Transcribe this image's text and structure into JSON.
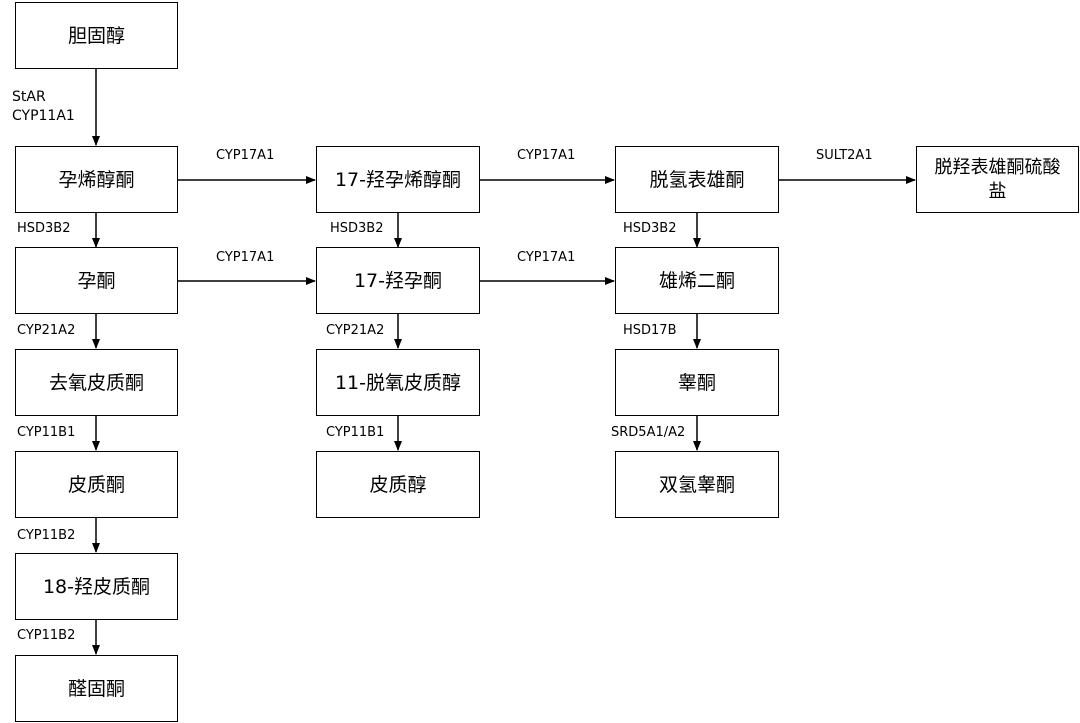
{
  "nodes": {
    "cholesterol": "胆固醇",
    "pregnenolone": "孕烯醇酮",
    "progesterone": "孕酮",
    "deoxycorticosterone": "去氧皮质酮",
    "corticosterone": "皮质酮",
    "hydroxycorticosterone18": "18-羟皮质酮",
    "aldosterone": "醛固酮",
    "hydroxypregnenolone17": "17-羟孕烯醇酮",
    "hydroxyprogesterone17": "17-羟孕酮",
    "deoxycortisol11": "11-脱氧皮质醇",
    "cortisol": "皮质醇",
    "dhea": "脱氢表雄酮",
    "androstenedione": "雄烯二酮",
    "testosterone": "睾酮",
    "dht": "双氢睾酮",
    "dheas": "脱羟表雄酮硫酸盐"
  },
  "enzymes": {
    "chol_preg": "StAR\nCYP11A1",
    "preg_prog": "HSD3B2",
    "prog_doc": "CYP21A2",
    "doc_cort": "CYP11B1",
    "cort_18oh": "CYP11B2",
    "oh18_aldo": "CYP11B2",
    "preg_17ohpreg": "CYP17A1",
    "prog_17ohprog": "CYP17A1",
    "ohpreg_ohprog": "HSD3B2",
    "ohprog_11deoxy": "CYP21A2",
    "deoxy_cortisol": "CYP11B1",
    "ohpreg_dhea": "CYP17A1",
    "ohprog_andro": "CYP17A1",
    "dhea_andro": "HSD3B2",
    "andro_testo": "HSD17B",
    "testo_dht": "SRD5A1/A2",
    "dhea_dheas": "SULT2A1"
  }
}
